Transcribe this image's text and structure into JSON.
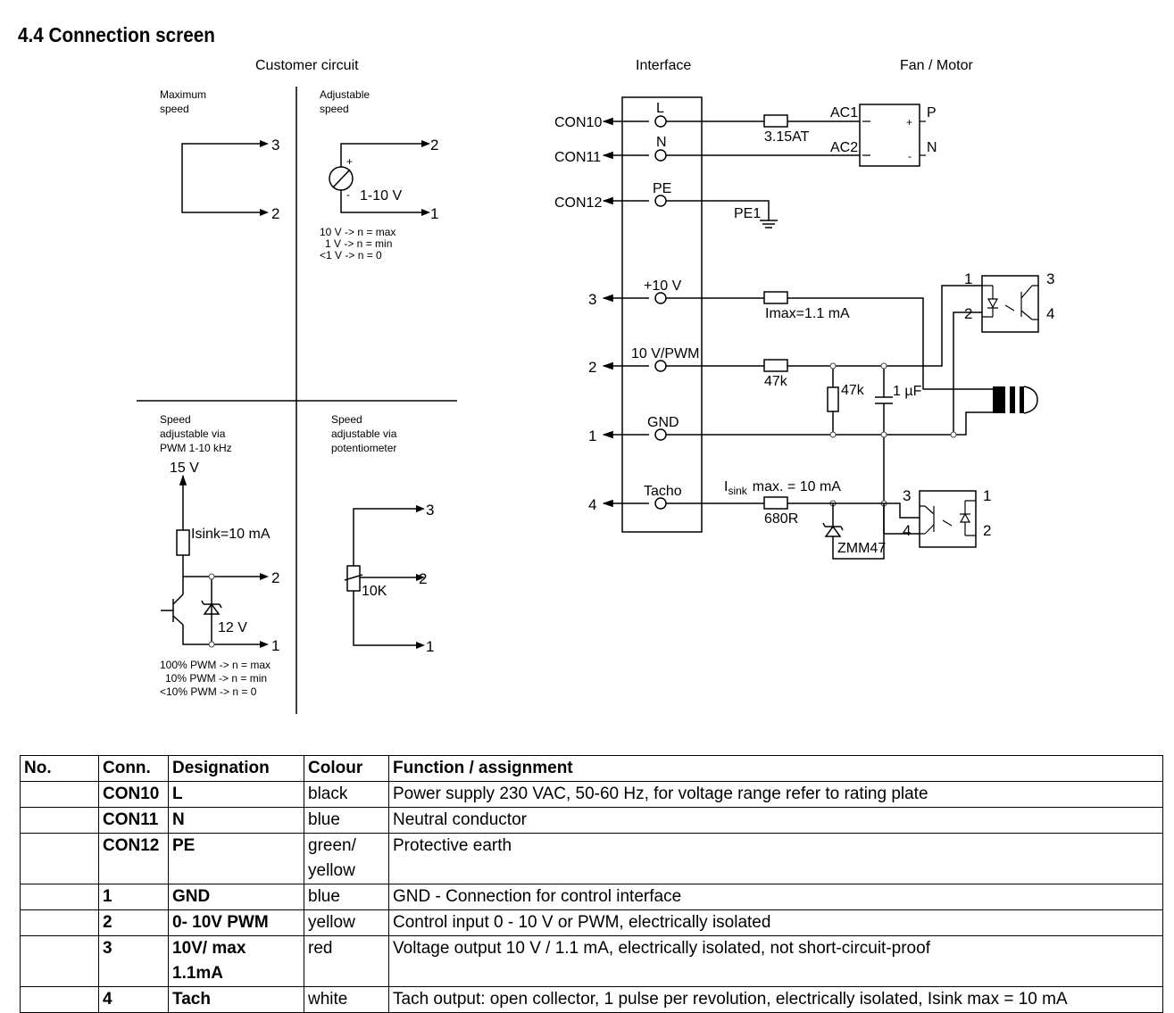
{
  "title": "4.4 Connection screen",
  "headings": {
    "customer_circuit": "Customer circuit",
    "interface": "Interface",
    "fan_motor": "Fan / Motor"
  },
  "customer": {
    "max_speed": [
      "Maximum",
      "speed"
    ],
    "adjustable_speed": [
      "Adjustable",
      "speed"
    ],
    "voltage_source": "1-10 V",
    "plus_sign": "+",
    "minus_sign": "-",
    "voltage_notes": [
      "10 V -> n = max",
      "1 V -> n = min",
      "<1 V -> n = 0"
    ],
    "pwm_heading": [
      "Speed",
      "adjustable via",
      "PWM 1-10 kHz"
    ],
    "pot_heading": [
      "Speed",
      "adjustable via",
      "potentiometer"
    ],
    "supply": "15 V",
    "isink": "Isink=10 mA",
    "zener": "12 V",
    "pot_value": "10K",
    "pwm_notes": [
      "100% PWM -> n = max",
      "10% PWM -> n = min",
      "<10% PWM -> n = 0"
    ],
    "terminals": {
      "t1": "1",
      "t2": "2",
      "t3": "3"
    }
  },
  "interface": {
    "connectors": [
      "CON10",
      "CON11",
      "CON12",
      "3",
      "2",
      "1",
      "4"
    ],
    "pins": [
      "L",
      "N",
      "PE",
      "+10 V",
      "10 V/PWM",
      "GND",
      "Tacho"
    ],
    "fuse": "3.15AT",
    "ac1": "AC1",
    "ac2": "AC2",
    "p": "P",
    "n": "N",
    "pe1": "PE1",
    "imax": "Imax=1.1 mA",
    "r47k_series": "47k",
    "r47k_shunt": "47k",
    "cap": "1 µF",
    "isink_label": "I",
    "isink_sub": "sink",
    "isink_rest": "max. = 10 mA",
    "r680": "680R",
    "zmm": "ZMM47",
    "opto1_pins": [
      "1",
      "2",
      "3",
      "4"
    ],
    "opto2_pins": [
      "3",
      "4",
      "1",
      "2"
    ]
  },
  "table": {
    "headers": [
      "No.",
      "Conn.",
      "Designation",
      "Colour",
      "Function / assignment"
    ],
    "rows": [
      [
        "",
        "CON10",
        "L",
        "black",
        "Power supply 230 VAC, 50-60 Hz, for voltage range refer to rating plate"
      ],
      [
        "",
        "CON11",
        "N",
        "blue",
        "Neutral conductor"
      ],
      [
        "",
        "CON12",
        "PE",
        "green/ yellow",
        "Protective earth"
      ],
      [
        "",
        "1",
        "GND",
        "blue",
        "GND - Connection for control interface"
      ],
      [
        "",
        "2",
        "0- 10V PWM",
        "yellow",
        "Control input 0 - 10 V or PWM, electrically isolated"
      ],
      [
        "",
        "3",
        "10V/ max 1.1mA",
        "red",
        "Voltage output 10 V / 1.1 mA, electrically isolated, not short-circuit-proof"
      ],
      [
        "",
        "4",
        "Tach",
        "white",
        "Tach output: open collector, 1 pulse per revolution, electrically isolated, Isink max = 10 mA"
      ]
    ]
  }
}
